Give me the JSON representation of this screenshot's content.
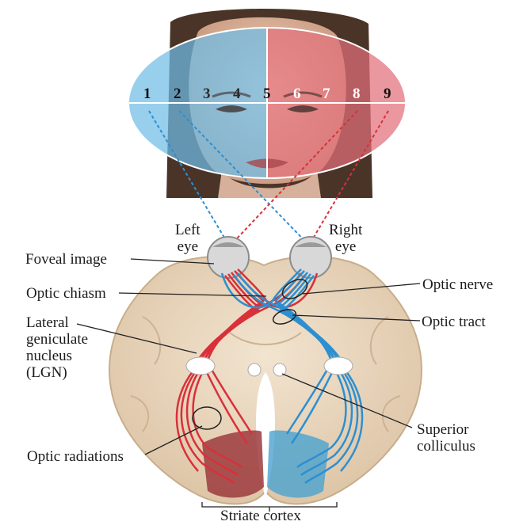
{
  "visual_field": {
    "numbers": [
      "1",
      "2",
      "3",
      "4",
      "5",
      "6",
      "7",
      "8",
      "9"
    ],
    "left_color": "#7ec4ea",
    "right_color": "#e98a92"
  },
  "labels": {
    "left_eye": "Left\neye",
    "right_eye": "Right\neye",
    "foveal_image": "Foveal image",
    "optic_chiasm": "Optic chiasm",
    "lgn": "Lateral\ngeniculate\nnucleus\n(LGN)",
    "optic_radiations": "Optic radiations",
    "optic_nerve": "Optic nerve",
    "optic_tract": "Optic tract",
    "superior_colliculus": "Superior\ncolliculus",
    "striate_cortex": "Striate cortex"
  },
  "colors": {
    "left_pathway": "#d9303a",
    "right_pathway": "#2d8fd0",
    "brain": "#e9d7be"
  }
}
